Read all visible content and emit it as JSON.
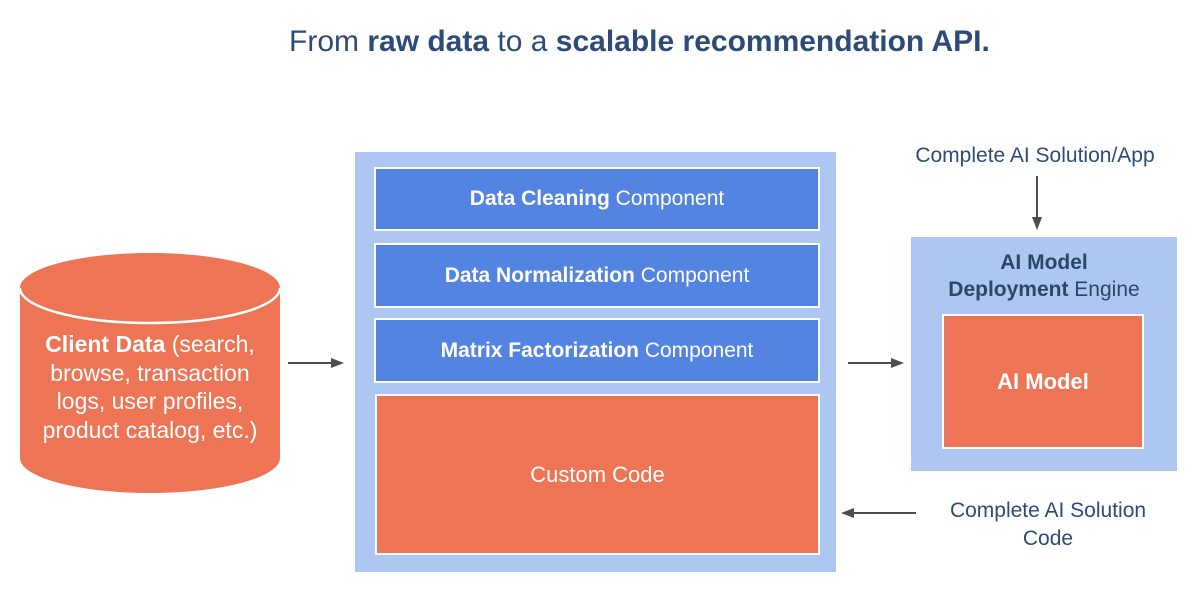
{
  "title": {
    "part1": "From ",
    "part2_bold": "raw data",
    "part3": " to a ",
    "part4_bold": "scalable recommendation API."
  },
  "client_data_db": {
    "label_bold": "Client Data",
    "line1_rest": " (search,",
    "line2": "browse, transaction",
    "line3": "logs, user profiles,",
    "line4": "product catalog, etc.)"
  },
  "pipeline": {
    "components": [
      {
        "bold": "Data Cleaning",
        "rest": " Component"
      },
      {
        "bold": "Data Normalization",
        "rest": " Component"
      },
      {
        "bold": "Matrix Factorization",
        "rest": " Component"
      }
    ],
    "custom_code_label": "Custom Code"
  },
  "deployment": {
    "title_line1_bold": "AI Model",
    "title_line2_bold": "Deployment",
    "title_line2_rest": " Engine",
    "model_label": "AI Model"
  },
  "annotations": {
    "top_right": "Complete AI Solution/App",
    "bottom_right_line1": "Complete AI Solution",
    "bottom_right_line2": "Code"
  },
  "colors": {
    "orange": "#ee7456",
    "component_blue": "#5484e1",
    "container_light_blue": "#aec6f2",
    "dark_blue_text": "#2d4b79",
    "arrow_gray": "#4d4d4d"
  }
}
